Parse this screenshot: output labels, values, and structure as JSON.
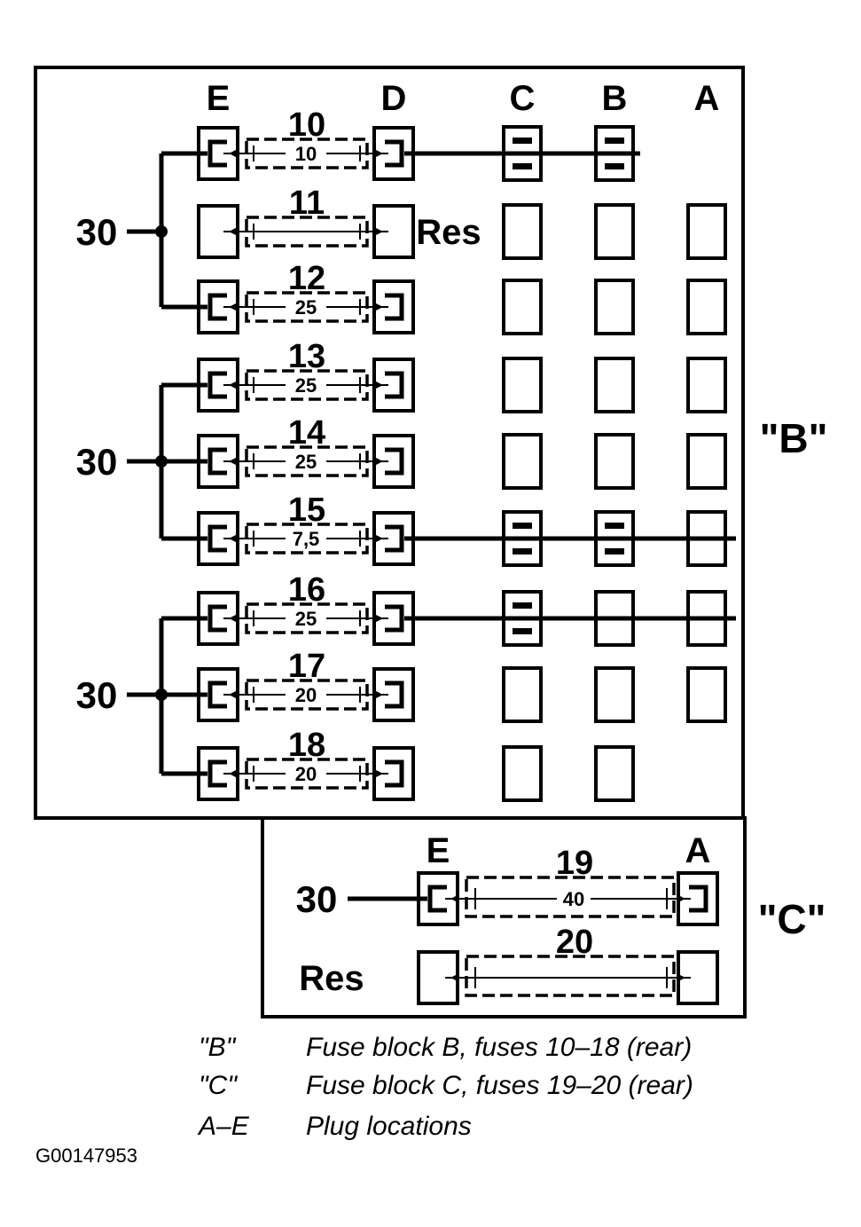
{
  "plug_labels_b": [
    "E",
    "D",
    "C",
    "B",
    "A"
  ],
  "plug_labels_c": [
    "E",
    "A"
  ],
  "block_b_label": "\"B\"",
  "block_c_label": "\"C\"",
  "terminal_label": "30",
  "reserve_label": "Res",
  "fuses_b": [
    {
      "number": "10",
      "rating": "10"
    },
    {
      "number": "11",
      "rating": ""
    },
    {
      "number": "12",
      "rating": "25"
    },
    {
      "number": "13",
      "rating": "25"
    },
    {
      "number": "14",
      "rating": "25"
    },
    {
      "number": "15",
      "rating": "7,5"
    },
    {
      "number": "16",
      "rating": "25"
    },
    {
      "number": "17",
      "rating": "20"
    },
    {
      "number": "18",
      "rating": "20"
    }
  ],
  "fuses_c": [
    {
      "number": "19",
      "rating": "40"
    },
    {
      "number": "20",
      "rating": ""
    }
  ],
  "legend": [
    {
      "key": "\"B\"",
      "text": "Fuse block B, fuses 10–18 (rear)"
    },
    {
      "key": "\"C\"",
      "text": "Fuse block C, fuses 19–20 (rear)"
    },
    {
      "key": "A–E",
      "text": "Plug locations"
    }
  ],
  "figure_code": "G00147953",
  "colors": {
    "ink": "#000000",
    "paper": "#ffffff"
  }
}
